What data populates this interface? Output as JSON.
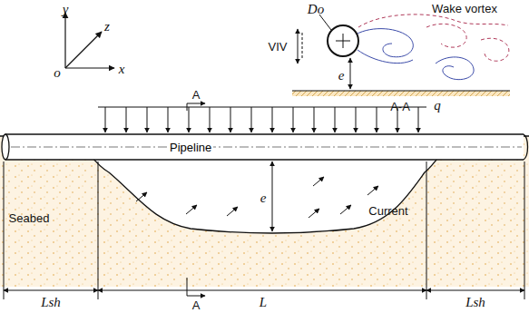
{
  "diagram": {
    "nodes": [
      {
        "text": [
          "Pipeline"
        ]
      }
    ],
    "labels": [
      "y",
      "z",
      "o",
      "x",
      "Do",
      "VIV",
      "Wake vortex",
      "e",
      "A-A",
      "A",
      "q",
      "e",
      "Current",
      "Seabed",
      "Lsh",
      "L",
      "Lsh",
      "A"
    ]
  }
}
